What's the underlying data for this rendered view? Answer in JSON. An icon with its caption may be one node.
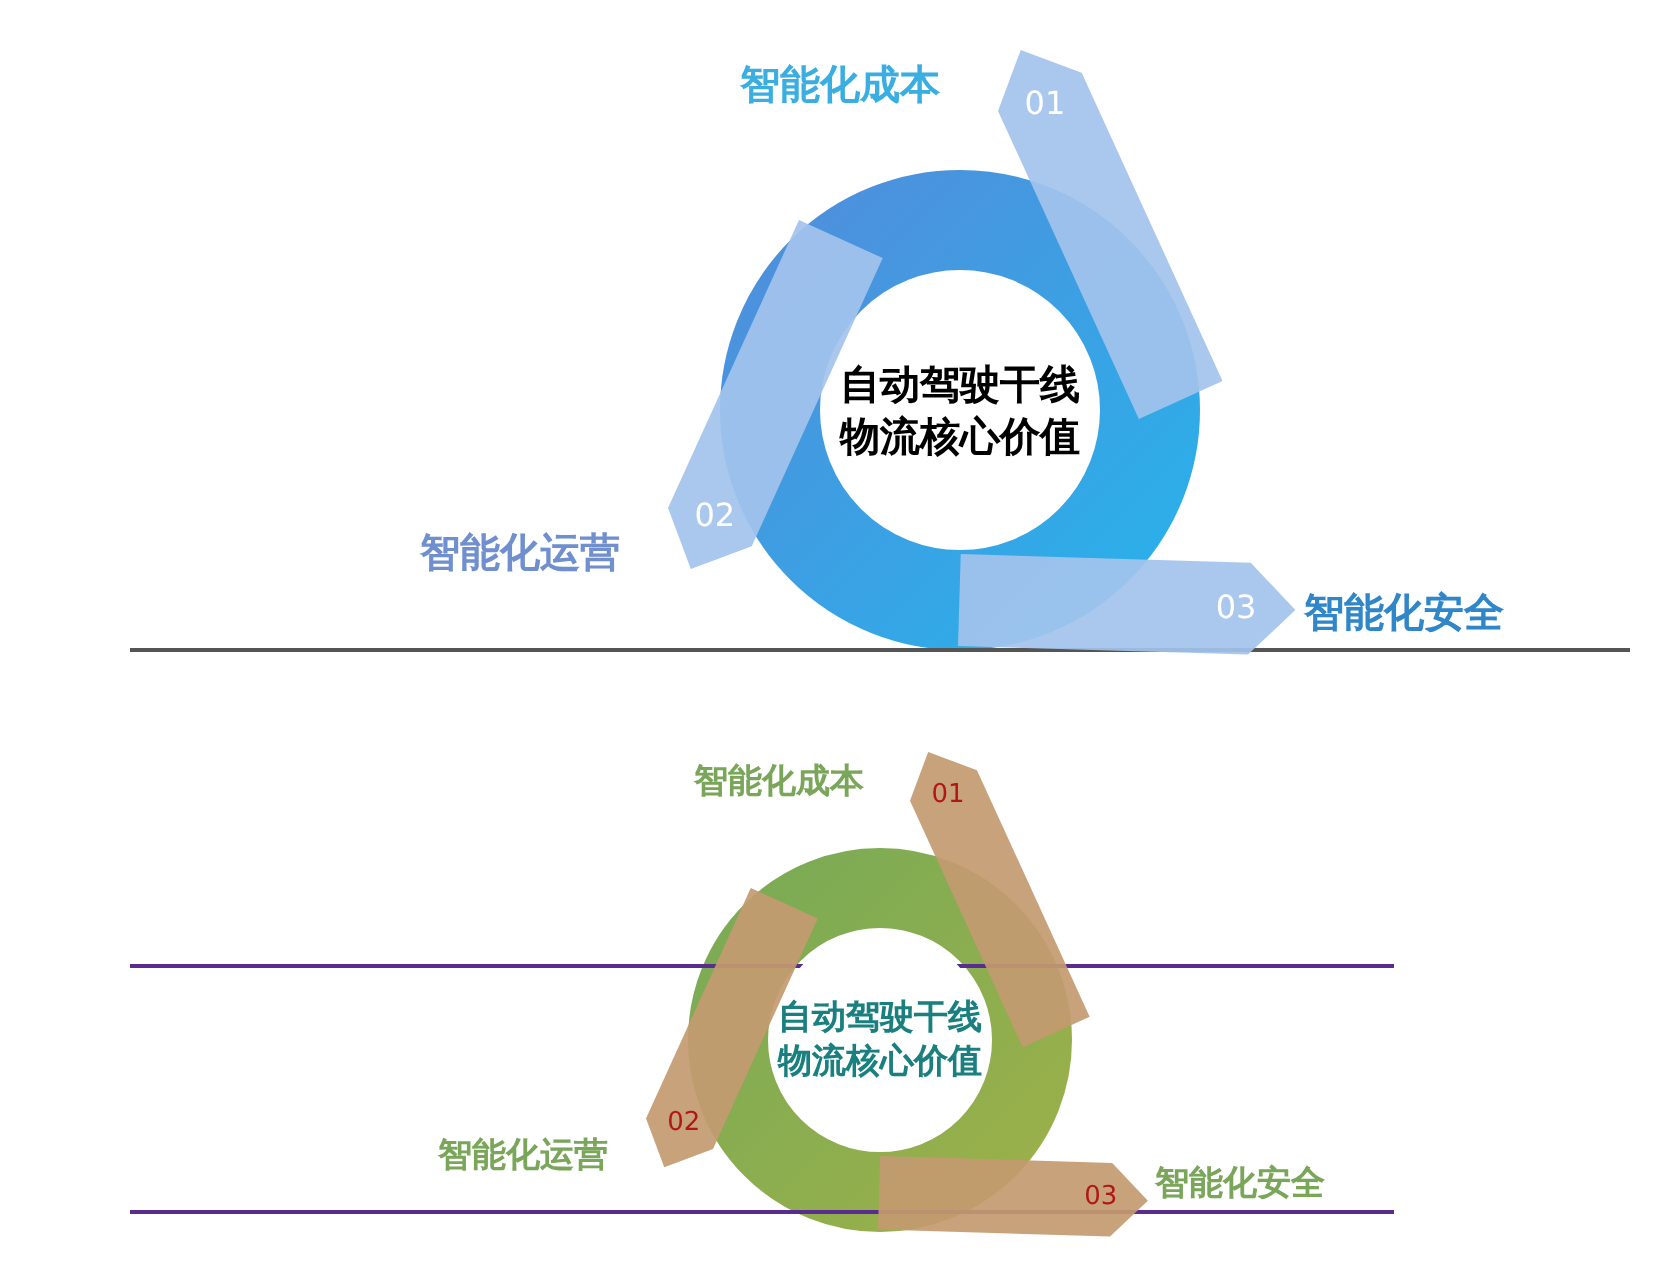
{
  "diagram": {
    "nodes": [
      {
        "text": [
          "自动驾驶干线物流核心价值"
        ]
      },
      {
        "text": [
          "01"
        ],
        "beside": [
          "智能化成本"
        ]
      },
      {
        "text": [
          "02"
        ],
        "beside": [
          "智能化运营"
        ]
      },
      {
        "text": [
          "03"
        ],
        "beside": [
          "智能化安全"
        ]
      },
      {
        "text": [
          "自动驾驶干线物流核心价值"
        ]
      },
      {
        "text": [
          "01"
        ],
        "beside": [
          "智能化成本"
        ]
      },
      {
        "text": [
          "02"
        ],
        "beside": [
          "智能化运营"
        ]
      },
      {
        "text": [
          "03"
        ],
        "beside": [
          "智能化安全"
        ]
      }
    ]
  }
}
